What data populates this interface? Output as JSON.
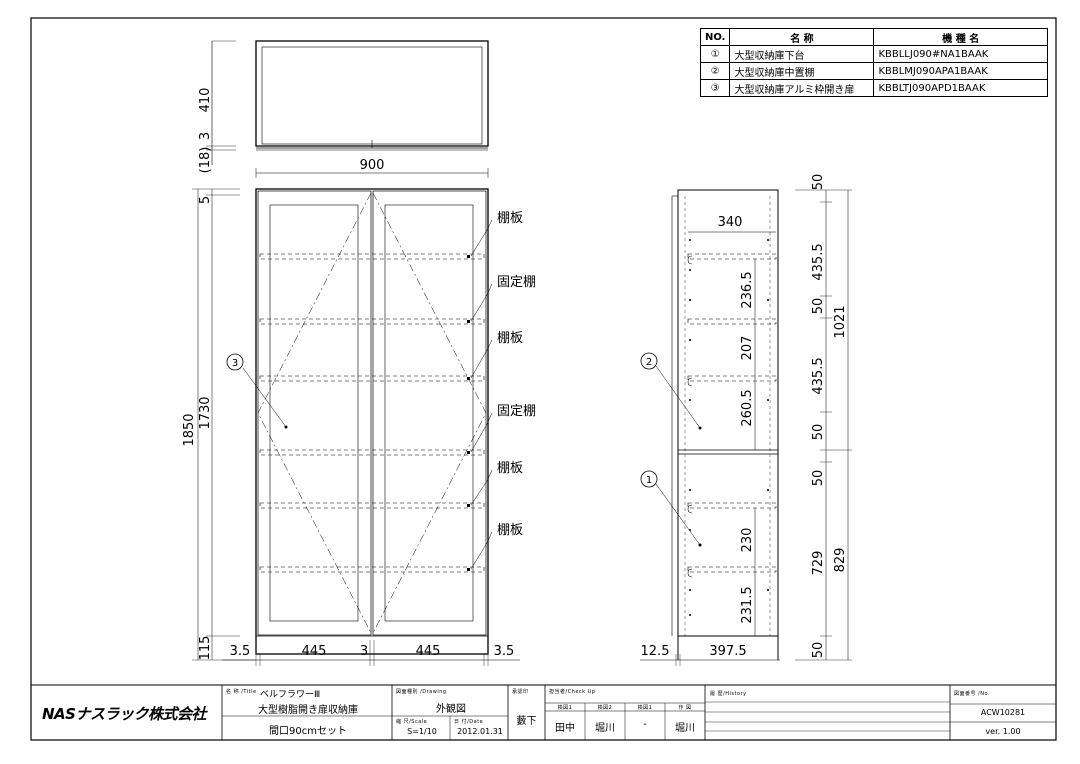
{
  "parts_table": {
    "headers": {
      "no": "NO.",
      "name": "名 称",
      "model": "機 種 名"
    },
    "rows": [
      {
        "no": "①",
        "name": "大型収納庫下台",
        "model": "KBBLLJ090#NA1BAAK"
      },
      {
        "no": "②",
        "name": "大型収納庫中置棚",
        "model": "KBBLMJ090APA1BAAK"
      },
      {
        "no": "③",
        "name": "大型収納庫アルミ枠開き扉",
        "model": "KBBLTJ090APD1BAAK"
      }
    ]
  },
  "top_view": {
    "dims": [
      "410",
      "3",
      "(18)"
    ],
    "width": "900"
  },
  "front_view": {
    "dims_left": [
      "5",
      "1850",
      "1730",
      "115"
    ],
    "dims_bottom": [
      "3.5",
      "445",
      "3",
      "445",
      "3.5"
    ],
    "part_marker": "3",
    "labels": [
      "棚板",
      "固定棚",
      "棚板",
      "固定棚",
      "棚板",
      "棚板"
    ]
  },
  "side_view": {
    "depth_top": "340",
    "dims_inner": [
      "236.5",
      "207",
      "260.5",
      "230",
      "231.5"
    ],
    "dims_right": [
      "50",
      "435.5",
      "50",
      "435.5",
      "50",
      "50",
      "729",
      "50"
    ],
    "dims_total": [
      "1021",
      "829"
    ],
    "dims_bottom": [
      "12.5",
      "397.5"
    ],
    "part_markers": [
      "2",
      "1"
    ]
  },
  "title_block": {
    "logo": "NASナスラック株式会社",
    "title_label": "名 称 /Title",
    "series": "ベルフラワーⅢ",
    "product": "大型樹脂開き扉収納庫",
    "subtitle": "間口90cmセット",
    "drawing_label": "図面種別 /Drawing",
    "drawing_type": "外観図",
    "scale_label": "縮 尺/Scale",
    "scale": "S=1/10",
    "date_label": "日 付/Date",
    "date": "2012.01.31",
    "approver_label": "承認印",
    "approver": "藪下",
    "check_label": "担当者/Check Up",
    "check_cols": [
      "検図1",
      "検図2",
      "検図1",
      "作 図"
    ],
    "check_names": [
      "田中",
      "堀川",
      "-",
      "堀川"
    ],
    "history_label": "履 歴/History",
    "number_label": "図面番号 /No.",
    "number": "ACW10281",
    "version": "ver. 1.00"
  }
}
